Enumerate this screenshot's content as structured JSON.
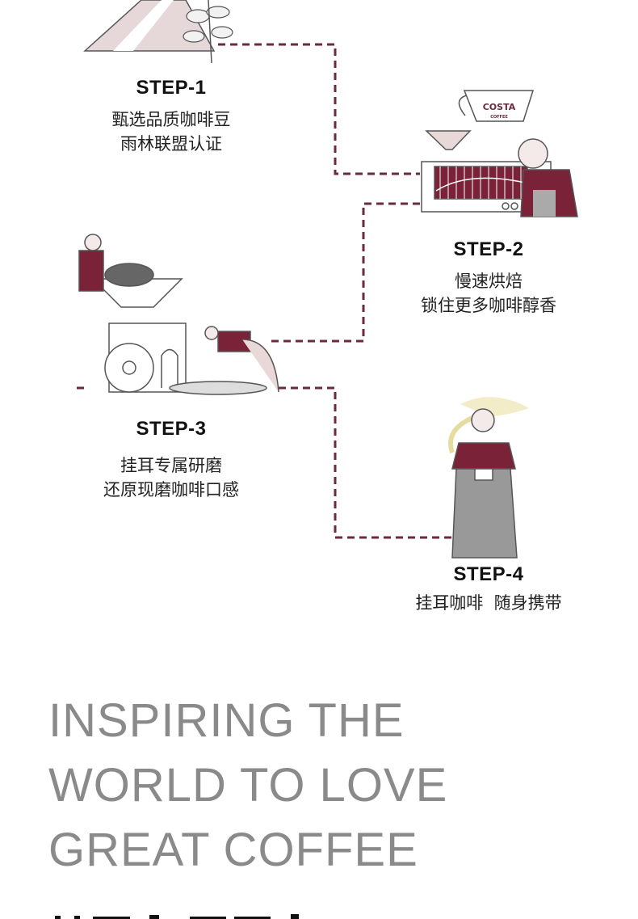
{
  "colors": {
    "accent": "#6b2a3e",
    "text": "#111111",
    "slogan": "#8a8a8a"
  },
  "steps": [
    {
      "title": "STEP-1",
      "lines": [
        "甄选品质咖啡豆",
        "雨林联盟认证"
      ]
    },
    {
      "title": "STEP-2",
      "lines": [
        "慢速烘焙",
        "锁住更多咖啡醇香"
      ]
    },
    {
      "title": "STEP-3",
      "lines": [
        "挂耳专属研磨",
        "还原现磨咖啡口感"
      ]
    },
    {
      "title": "STEP-4",
      "lines": [
        "挂耳咖啡  随身携带"
      ]
    }
  ],
  "brand": {
    "logo": "COSTA",
    "sub": "COFFEE"
  },
  "slogan": [
    "INSPIRING THE",
    "WORLD TO LOVE",
    "GREAT COFFEE"
  ]
}
